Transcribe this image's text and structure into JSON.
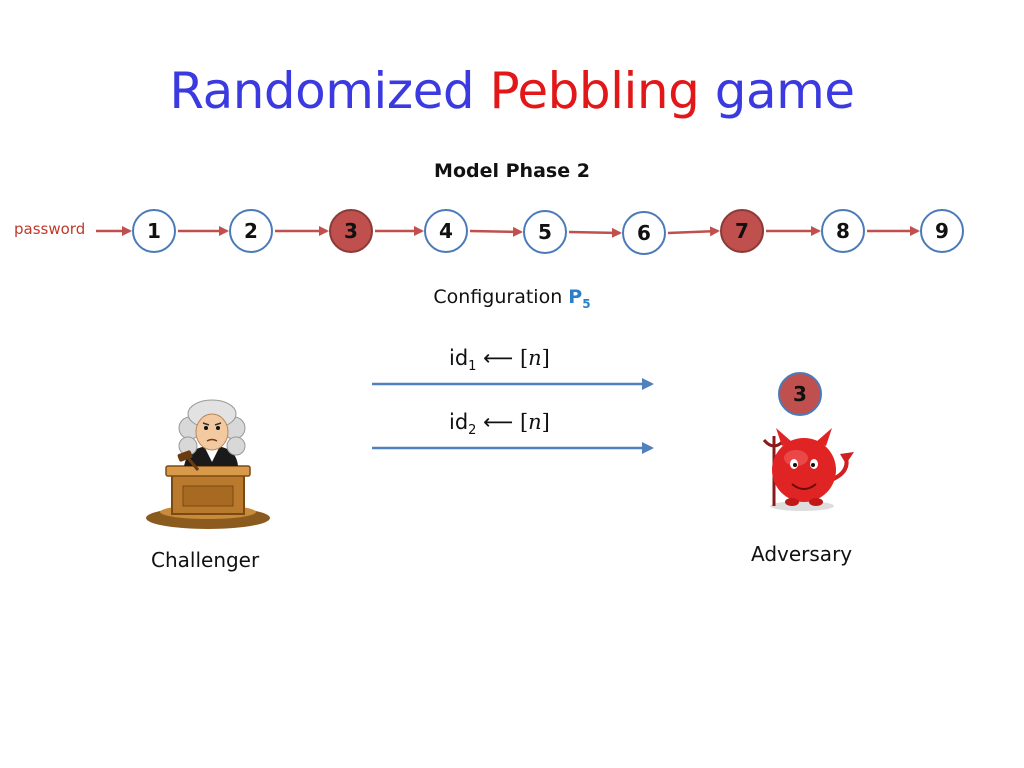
{
  "title": {
    "part1": "Randomized",
    "part2": "Pebbling",
    "part3": "game"
  },
  "subtitle": "Model Phase 2",
  "chain": {
    "input_label": "password",
    "nodes": [
      {
        "label": "1",
        "pebbled": false
      },
      {
        "label": "2",
        "pebbled": false
      },
      {
        "label": "3",
        "pebbled": true
      },
      {
        "label": "4",
        "pebbled": false
      },
      {
        "label": "5",
        "pebbled": false
      },
      {
        "label": "6",
        "pebbled": false
      },
      {
        "label": "7",
        "pebbled": true
      },
      {
        "label": "8",
        "pebbled": false
      },
      {
        "label": "9",
        "pebbled": false
      }
    ]
  },
  "configuration": {
    "text": "Configuration",
    "symbol": "P",
    "subscript": "5"
  },
  "messages": [
    {
      "var": "id",
      "sub": "1",
      "arrow": "⟵",
      "open": "[",
      "n": "n",
      "close": "]"
    },
    {
      "var": "id",
      "sub": "2",
      "arrow": "⟵",
      "open": "[",
      "n": "n",
      "close": "]"
    }
  ],
  "adversary_pebble": "3",
  "challenger": {
    "label": "Challenger",
    "icon": "judge-icon"
  },
  "adversary": {
    "label": "Adversary",
    "icon": "devil-icon"
  },
  "colors": {
    "title_blue": "#3a3ae0",
    "title_red": "#e21818",
    "pebble": "#c0504d",
    "node_border": "#4a7ab8",
    "arrow_blue": "#4f81bd",
    "chain_arrow": "#c0504d"
  }
}
